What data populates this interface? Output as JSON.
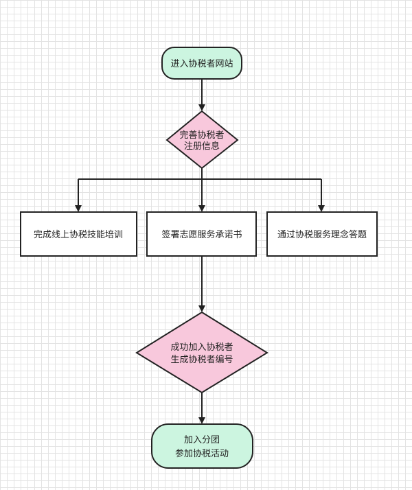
{
  "colors": {
    "terminal_fill": "#ccf5e0",
    "decision_fill": "#f8c8dc",
    "process_fill": "#ffffff",
    "stroke": "#222222",
    "arrow": "#222222",
    "grid": "#e3e3e3"
  },
  "nodes": {
    "start": {
      "text": "进入协税者网站"
    },
    "decision1": {
      "line1": "完善协税者",
      "line2": "注册信息"
    },
    "step_training": {
      "text": "完成线上协税技能培训"
    },
    "step_pledge": {
      "text": "签署志愿服务承诺书"
    },
    "step_quiz": {
      "text": "通过协税服务理念答题"
    },
    "decision2": {
      "line1": "成功加入协税者",
      "line2": "生成协税者编号"
    },
    "end": {
      "line1": "加入分团",
      "line2": "参加协税活动"
    }
  }
}
